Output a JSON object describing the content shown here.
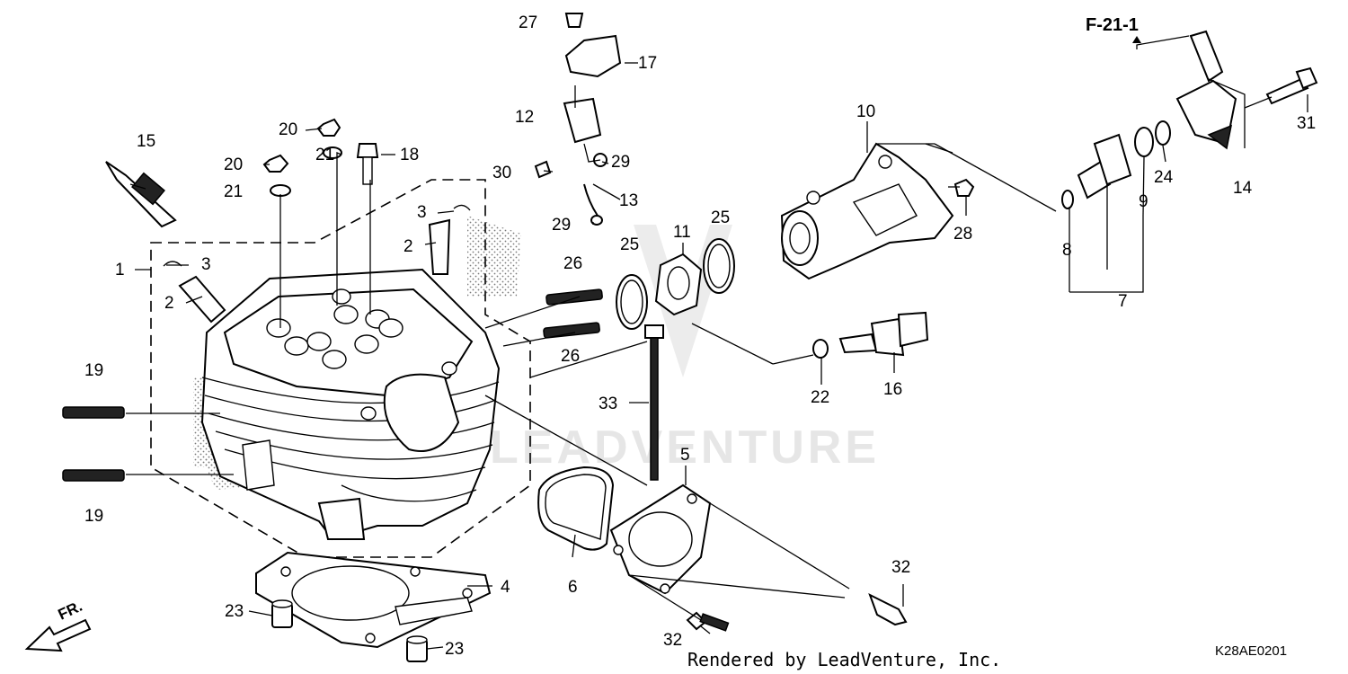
{
  "reference_label": "F-21-1",
  "direction_label": "FR.",
  "watermark": "LEADVENTURE",
  "credit": "Rendered by LeadVenture, Inc.",
  "diagram_code": "K28AE0201",
  "callouts": [
    "1",
    "2",
    "2",
    "3",
    "3",
    "4",
    "5",
    "6",
    "7",
    "8",
    "9",
    "10",
    "11",
    "12",
    "13",
    "14",
    "15",
    "16",
    "17",
    "18",
    "19",
    "19",
    "20",
    "20",
    "21",
    "21",
    "22",
    "23",
    "23",
    "24",
    "25",
    "25",
    "26",
    "26",
    "27",
    "28",
    "29",
    "29",
    "30",
    "31",
    "32",
    "32",
    "33"
  ]
}
